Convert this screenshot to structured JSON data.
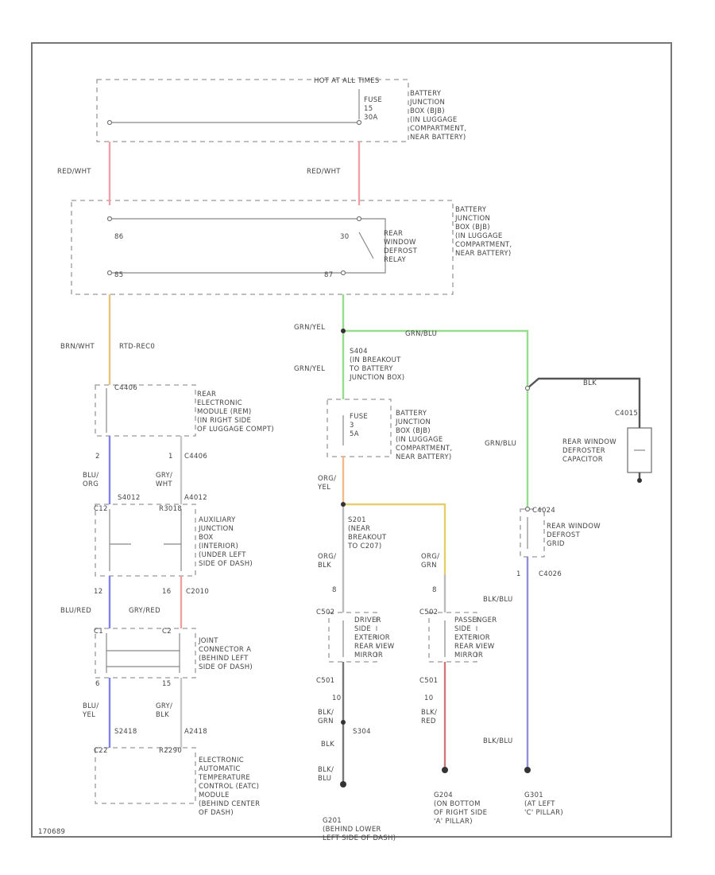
{
  "colors": {
    "red_white": "#f2a0a8",
    "brown_white": "#e6c27a",
    "green_yellow": "#98dc90",
    "green_blue": "#98dc90",
    "orange_yellow": "#f7b98a",
    "orange_green": "#e6cf6a",
    "blue_orange": "#8080f0",
    "blue_red": "#8080f0",
    "blue_yellow": "#8080f0",
    "gray_white": "#c8c8c8",
    "gray_red": "#f0a0a0",
    "gray_black": "#c8c8c8",
    "orange_black": "#bbbbbb",
    "black_red": "#d07878",
    "black_blue": "#9090d8",
    "black_wire": "#555555",
    "black_green": "#777777",
    "neutral_wire": "#bbbbbb"
  },
  "labels": {
    "hot_at_all_times": "HOT AT ALL TIMES",
    "fuse_top": [
      "FUSE",
      "15",
      "30A"
    ],
    "bjb_top": [
      "BATTERY",
      "JUNCTION",
      "BOX (BJB)",
      "(IN LUGGAGE",
      "COMPARTMENT,",
      "NEAR BATTERY)"
    ],
    "wire_red_wht_left": "RED/WHT",
    "wire_red_wht_right": "RED/WHT",
    "bjb_mid": [
      "BATTERY",
      "JUNCTION",
      "BOX (BJB)",
      "(IN LUGGAGE",
      "COMPARTMENT,",
      "NEAR BATTERY)"
    ],
    "relay": [
      "REAR",
      "WINDOW",
      "DEFROST",
      "RELAY"
    ],
    "pin_86": "86",
    "pin_30": "30",
    "pin_85": "85",
    "pin_87": "87",
    "wire_brn_wht": "BRN/WHT",
    "wire_rtd_reco": "RTD-REC0",
    "conn_c4406": "C4406",
    "rem_module": [
      "REAR",
      "ELECTRONIC",
      "MODULE (REM)",
      "(IN RIGHT SIDE",
      "OF LUGGAGE COMPT)"
    ],
    "pin_2": "2",
    "pin_1": "1",
    "conn_c4406b": "C4406",
    "wire_blu_org": [
      "BLU/",
      "ORG"
    ],
    "wire_gry_wht": [
      "GRY/",
      "WHT"
    ],
    "conn_s4012": "S4012",
    "conn_a4012": "A4012",
    "conn_c12": "C12",
    "conn_r3018": "R3018",
    "ajb": [
      "AUXILIARY",
      "JUNCTION",
      "BOX",
      "(INTERIOR)",
      "(UNDER LEFT",
      "SIDE OF DASH)"
    ],
    "pin_12": "12",
    "pin_16": "16",
    "conn_c2010": "C2010",
    "wire_blu_red": "BLU/RED",
    "wire_gry_red": "GRY/RED",
    "conn_c1": "C1",
    "conn_c2": "C2",
    "joint_connector": [
      "JOINT",
      "CONNECTOR A",
      "(BEHIND LEFT",
      "SIDE OF DASH)"
    ],
    "pin_6": "6",
    "pin_15": "15",
    "wire_blu_yel": [
      "BLU/",
      "YEL"
    ],
    "wire_gry_blk": [
      "GRY/",
      "BLK"
    ],
    "conn_s2418": "S2418",
    "conn_a2418": "A2418",
    "conn_c22": "C22",
    "conn_r2290": "R2290",
    "eatc": [
      "ELECTRONIC",
      "AUTOMATIC",
      "TEMPERATURE",
      "CONTROL (EATC)",
      "MODULE",
      "(BEHIND CENTER",
      "OF DASH)"
    ],
    "wire_grn_yel_a": "GRN/YEL",
    "wire_grn_blu_top": "GRN/BLU",
    "s404": [
      "S404",
      "(IN BREAKOUT",
      "TO BATTERY",
      "JUNCTION BOX)"
    ],
    "wire_grn_yel_b": "GRN/YEL",
    "fuse_mid": [
      "FUSE",
      "3",
      "5A"
    ],
    "bjb_lower": [
      "BATTERY",
      "JUNCTION",
      "BOX (BJB)",
      "(IN LUGGAGE",
      "COMPARTMENT,",
      "NEAR BATTERY)"
    ],
    "wire_org_yel": [
      "ORG/",
      "YEL"
    ],
    "s201": [
      "S201",
      "(NEAR",
      "BREAKOUT",
      "TO C207)"
    ],
    "wire_org_blk": [
      "ORG/",
      "BLK"
    ],
    "wire_org_grn": [
      "ORG/",
      "GRN"
    ],
    "pin_8a": "8",
    "pin_8b": "8",
    "conn_c502_a": "C502",
    "conn_c502_b": "C502",
    "driver_mirror": [
      "DRIVER",
      "SIDE",
      "EXTERIOR",
      "REAR VIEW",
      "MIRROR"
    ],
    "passenger_mirror": [
      "PASSENGER",
      "SIDE",
      "EXTERIOR",
      "REAR VIEW",
      "MIRROR"
    ],
    "conn_c501_a": "C501",
    "conn_c501_b": "C501",
    "pin_10a": "10",
    "pin_10b": "10",
    "wire_blk_grn": [
      "BLK/",
      "GRN"
    ],
    "wire_blk_red": [
      "BLK/",
      "RED"
    ],
    "s304": "S304",
    "wire_blk_a": "BLK",
    "wire_blk_blu_g": [
      "BLK/",
      "BLU"
    ],
    "g201": [
      "G201",
      "(BEHIND LOWER",
      "LEFT SIDE OF DASH)"
    ],
    "g204": [
      "G204",
      "(ON BOTTOM",
      "OF RIGHT SIDE",
      "'A' PILLAR)"
    ],
    "g301": [
      "G301",
      "(AT LEFT",
      "'C' PILLAR)"
    ],
    "wire_grn_blu_right": "GRN/BLU",
    "wire_blk_top": "BLK",
    "conn_c4024": "C4024",
    "defrost_grid": [
      "REAR WINDOW",
      "DEFROST",
      "GRID"
    ],
    "pin_1_right": "1",
    "conn_c4026": "C4026",
    "wire_blk_blu_a": "BLK/BLU",
    "wire_blk_blu_b": "BLK/BLU",
    "conn_c4015": "C4015",
    "capacitor": [
      "REAR WINDOW",
      "DEFROSTER",
      "CAPACITOR"
    ],
    "figure_id": "170689"
  }
}
